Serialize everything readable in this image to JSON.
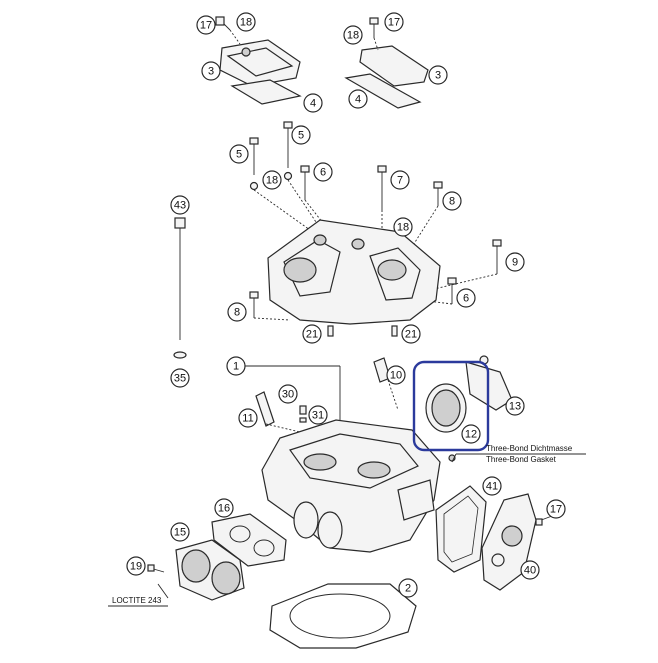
{
  "callouts": [
    {
      "id": "c17a",
      "label": "17"
    },
    {
      "id": "c18a",
      "label": "18"
    },
    {
      "id": "c3a",
      "label": "3"
    },
    {
      "id": "c4a",
      "label": "4"
    },
    {
      "id": "c18b",
      "label": "18"
    },
    {
      "id": "c17b",
      "label": "17"
    },
    {
      "id": "c3b",
      "label": "3"
    },
    {
      "id": "c4b",
      "label": "4"
    },
    {
      "id": "c5a",
      "label": "5"
    },
    {
      "id": "c5b",
      "label": "5"
    },
    {
      "id": "c18c",
      "label": "18"
    },
    {
      "id": "c6a",
      "label": "6"
    },
    {
      "id": "c7",
      "label": "7"
    },
    {
      "id": "c8a",
      "label": "8"
    },
    {
      "id": "c18d",
      "label": "18"
    },
    {
      "id": "c43",
      "label": "43"
    },
    {
      "id": "c9",
      "label": "9"
    },
    {
      "id": "c6b",
      "label": "6"
    },
    {
      "id": "c8b",
      "label": "8"
    },
    {
      "id": "c21a",
      "label": "21"
    },
    {
      "id": "c21b",
      "label": "21"
    },
    {
      "id": "c35",
      "label": "35"
    },
    {
      "id": "c1",
      "label": "1"
    },
    {
      "id": "c10",
      "label": "10"
    },
    {
      "id": "c30",
      "label": "30"
    },
    {
      "id": "c31",
      "label": "31"
    },
    {
      "id": "c11",
      "label": "11"
    },
    {
      "id": "c13",
      "label": "13"
    },
    {
      "id": "c12",
      "label": "12"
    },
    {
      "id": "c41",
      "label": "41"
    },
    {
      "id": "c16",
      "label": "16"
    },
    {
      "id": "c15",
      "label": "15"
    },
    {
      "id": "c17c",
      "label": "17"
    },
    {
      "id": "c19",
      "label": "19"
    },
    {
      "id": "c40",
      "label": "40"
    },
    {
      "id": "c2",
      "label": "2"
    }
  ],
  "notes": {
    "threebond_de": "Three-Bond Dichtmasse",
    "threebond_en": "Three-Bond Gasket",
    "loctite": "LOCTITE 243"
  },
  "highlight_color": "#2b3a9c"
}
